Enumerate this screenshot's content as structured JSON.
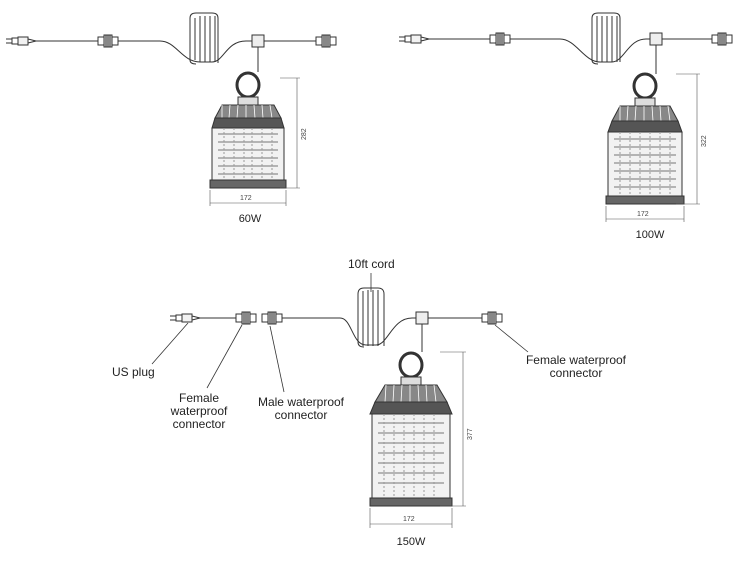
{
  "diagram": {
    "fixtures": [
      {
        "wattage": "60W",
        "width": "172",
        "height": "282"
      },
      {
        "wattage": "100W",
        "width": "172",
        "height": "322"
      },
      {
        "wattage": "150W",
        "width": "172",
        "height": "377"
      }
    ],
    "callouts": {
      "cord": "10ft cord",
      "us_plug": "US plug",
      "female_connector_left": [
        "Female",
        "waterproof",
        "connector"
      ],
      "male_connector": [
        "Male waterproof",
        "connector"
      ],
      "female_connector_right": [
        "Female waterproof",
        "connector"
      ]
    },
    "colors": {
      "line": "#333333",
      "fill": "#f2f2f2",
      "dark": "#555555"
    }
  }
}
